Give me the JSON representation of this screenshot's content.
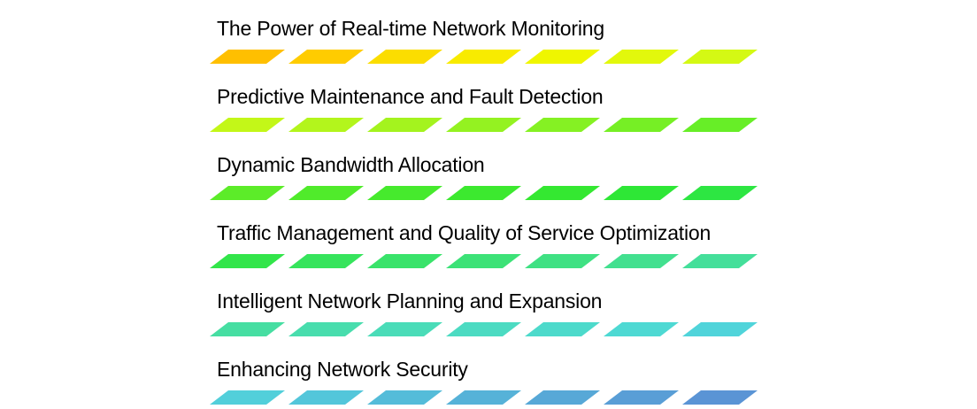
{
  "sections": [
    {
      "title": "The Power of Real-time Network Monitoring",
      "colors": [
        "#FFBF00",
        "#FFCC00",
        "#FBDD00",
        "#F8EB00",
        "#EFF600",
        "#E2F80C",
        "#D4F914"
      ]
    },
    {
      "title": "Predictive Maintenance and Fault Detection",
      "colors": [
        "#C3F718",
        "#B3F51C",
        "#A4F31E",
        "#94F221",
        "#85F123",
        "#76EF25",
        "#67EE27"
      ]
    },
    {
      "title": "Dynamic Bandwidth Allocation",
      "colors": [
        "#5CEC29",
        "#50EB2B",
        "#46EA2D",
        "#3CE92F",
        "#34E831",
        "#2EE736",
        "#2DE642"
      ]
    },
    {
      "title": "Traffic Management and Quality of Service Optimization",
      "colors": [
        "#32E54A",
        "#36E45C",
        "#39E36A",
        "#3CE277",
        "#3FE183",
        "#42E08F",
        "#44DF9A"
      ]
    },
    {
      "title": "Intelligent Network Planning and Expansion",
      "colors": [
        "#46DEA2",
        "#48DDAD",
        "#4ADCB8",
        "#4CDBC2",
        "#4DDACB",
        "#4ED9D3",
        "#50D4DA"
      ]
    },
    {
      "title": "Enhancing Network Security",
      "colors": [
        "#52CFDA",
        "#53C6DA",
        "#54BCD9",
        "#56B2D8",
        "#57A8D7",
        "#599ED6",
        "#5A94D5"
      ]
    }
  ]
}
